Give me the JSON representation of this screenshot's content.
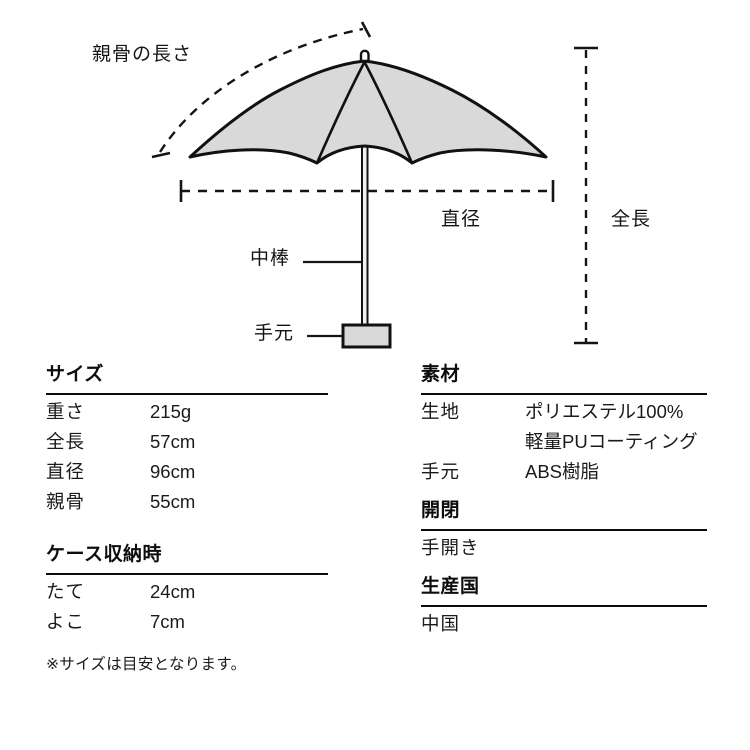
{
  "diagram": {
    "labels": {
      "rib_length": "親骨の長さ",
      "diameter": "直径",
      "total_length": "全長",
      "shaft": "中棒",
      "handle": "手元"
    },
    "colors": {
      "canopy_fill": "#d9d9d9",
      "outline": "#111111",
      "handle_fill": "#d9d9d9",
      "background": "#ffffff"
    }
  },
  "specs": {
    "left": {
      "size": {
        "title": "サイズ",
        "rows": [
          {
            "key": "重さ",
            "value": "215g"
          },
          {
            "key": "全長",
            "value": "57cm"
          },
          {
            "key": "直径",
            "value": "96cm"
          },
          {
            "key": "親骨",
            "value": "55cm"
          }
        ]
      },
      "case": {
        "title": "ケース収納時",
        "rows": [
          {
            "key": "たて",
            "value": "24cm"
          },
          {
            "key": "よこ",
            "value": "7cm"
          }
        ]
      },
      "note": "※サイズは目安となります。"
    },
    "right": {
      "material": {
        "title": "素材",
        "rows": [
          {
            "key": "生地",
            "value": "ポリエステル100%\n軽量PUコーティング"
          },
          {
            "key": "手元",
            "value": "ABS樹脂"
          }
        ]
      },
      "opening": {
        "title": "開閉",
        "value": "手開き"
      },
      "country": {
        "title": "生産国",
        "value": "中国"
      }
    }
  }
}
